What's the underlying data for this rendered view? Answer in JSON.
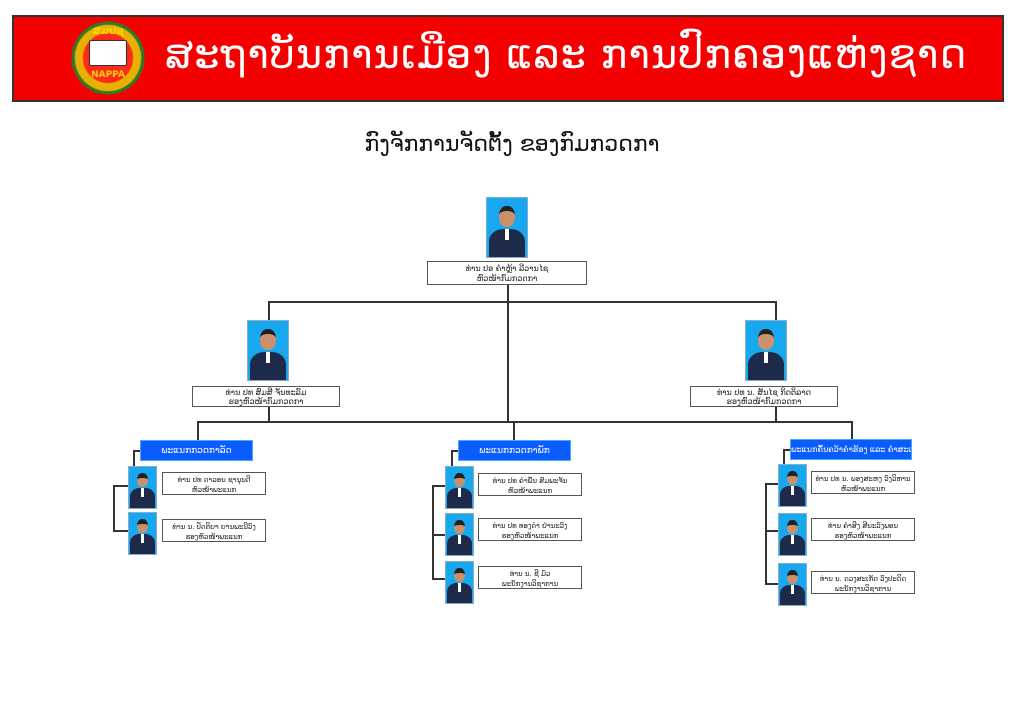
{
  "header": {
    "title": "ສະຖາບັນການເມືອງ ແລະ ການປົກຄອງແຫ່ງຊາດ",
    "logo_top": "ສມປຊ",
    "logo_bottom": "NAPPA"
  },
  "page_title": "ກົງຈັກການຈັດຕັ້ງ ຂອງກົມກວດກາ",
  "director": {
    "name": "ທ່ານ ປອ ຄຳຫຼ້າ ລີວານໄຊ",
    "role": "ຫົວໜ້າກົມກວດກາ"
  },
  "deputies": [
    {
      "name": "ທ່ານ ປທ ສົມສີ ຈັນທະລົມ",
      "role": "ຮອງຫົວໜ້າກົມກວດກາ"
    },
    {
      "name": "ທ່ານ ປທ ນ. ສັນໄຊ ກິດຕິລາດ",
      "role": "ຮອງຫົວໜ້າກົມກວດກາ"
    }
  ],
  "departments": [
    {
      "title": "ພະແນກກວດກາລັດ",
      "members": [
        {
          "name": "ທ່ານ ປທ ດາວອນ ຊານຸນດີ",
          "role": "ຫົວໜ້າພະແນກ"
        },
        {
          "name": "ທ່ານ ນ. ປັດຕິຍາ ຍານພະນີວົງ",
          "role": "ຮອງຫົວໜ້າພະແນກ"
        }
      ]
    },
    {
      "title": "ພະແນກກວດກາພັກ",
      "members": [
        {
          "name": "ທ່ານ ປທ ຄຳພົ້ນ ສົມພະຈັນ",
          "role": "ຫົວໜ້າພະແນກ"
        },
        {
          "name": "ທ່ານ ປທ ທອງດຳ ຢ່ານະວົງ",
          "role": "ຮອງຫົວໜ້າພະແນກ"
        },
        {
          "name": "ທ່ານ ນ. ຊີ ມົວ",
          "role": "ພະນັກງານວິຊາການ"
        }
      ]
    },
    {
      "title": "ພະແນກຄົ້ນຄວ້າຄຳຮ້ອງ ແລະ ຄຳສະເໜີ",
      "members": [
        {
          "name": "ທ່ານ ປທ ນ. ພອງສະຫງ ວົງວິຫານ",
          "role": "ຫົວໜ້າພະແນກ"
        },
        {
          "name": "ທ່ານ ຄຳສິງ ສີນະວົງພອນ",
          "role": "ຮອງຫົວໜ້າພະແນກ"
        },
        {
          "name": "ທ່ານ ນ. ດວງສະເກັດ ວົງປະດິດ",
          "role": "ພະນັກງານວິຊາການ"
        }
      ]
    }
  ],
  "colors": {
    "banner": "#f50000",
    "department": "#0a5cff",
    "photo_bg": "#18a8f0"
  }
}
